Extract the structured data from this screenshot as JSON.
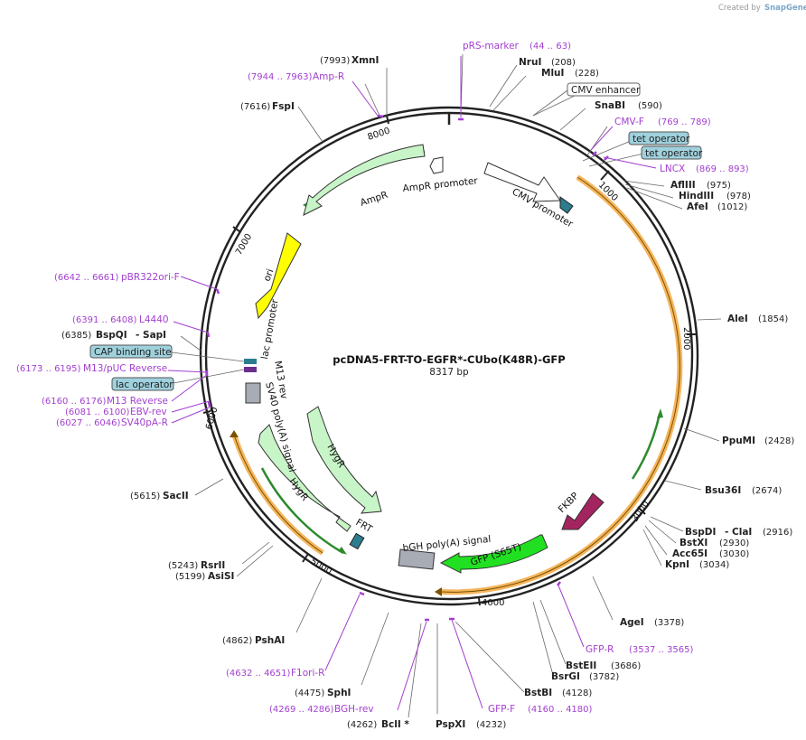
{
  "credit": {
    "created_by": "Created by",
    "brand": "SnapGene"
  },
  "plasmid": {
    "name": "pcDNA5-FRT-TO-EGFR*-CUbo(K48R)-GFP",
    "size_label": "8317 bp"
  },
  "ticks": [
    "1000",
    "2000",
    "3000",
    "4000",
    "5000",
    "6000",
    "7000",
    "8000"
  ],
  "enzymes": [
    {
      "name": "XmnI",
      "pos": "(7993)"
    },
    {
      "name": "NruI",
      "pos": "(208)"
    },
    {
      "name": "MluI",
      "pos": "(228)"
    },
    {
      "name": "SnaBI",
      "pos": "(590)"
    },
    {
      "name": "FspI",
      "pos": "(7616)"
    },
    {
      "name": "AflIII",
      "pos": "(975)"
    },
    {
      "name": "HindIII",
      "pos": "(978)"
    },
    {
      "name": "AfeI",
      "pos": "(1012)"
    },
    {
      "name": "AleI",
      "pos": "(1854)"
    },
    {
      "name": "PpuMI",
      "pos": "(2428)"
    },
    {
      "name": "Bsu36I",
      "pos": "(2674)"
    },
    {
      "name": "BspDI",
      "pos": "(2916)",
      "prefix": "- ClaI"
    },
    {
      "name": "BstXI",
      "pos": "(2930)"
    },
    {
      "name": "Acc65I",
      "pos": "(3030)"
    },
    {
      "name": "KpnI",
      "pos": "(3034)"
    },
    {
      "name": "AgeI",
      "pos": "(3378)"
    },
    {
      "name": "BstEII",
      "pos": "(3686)"
    },
    {
      "name": "BsrGI",
      "pos": "(3782)"
    },
    {
      "name": "BstBI",
      "pos": "(4128)"
    },
    {
      "name": "PspXI",
      "pos": "(4232)"
    },
    {
      "name": "BclI *",
      "pos": "(4262)"
    },
    {
      "name": "SphI",
      "pos": "(4475)"
    },
    {
      "name": "PshAI",
      "pos": "(4862)"
    },
    {
      "name": "RsrII",
      "pos": "(5243)"
    },
    {
      "name": "AsiSI",
      "pos": "(5199)"
    },
    {
      "name": "SacII",
      "pos": "(5615)"
    },
    {
      "name": "BspQI",
      "pos": "(6385)",
      "suffix": "- SapI"
    }
  ],
  "primers": [
    {
      "name": "pRS-marker",
      "pos": "(44 .. 63)"
    },
    {
      "name": "Amp-R",
      "pos": "(7944 .. 7963)"
    },
    {
      "name": "CMV-F",
      "pos": "(769 .. 789)"
    },
    {
      "name": "LNCX",
      "pos": "(869 .. 893)"
    },
    {
      "name": "pBR322ori-F",
      "pos": "(6642 .. 6661)"
    },
    {
      "name": "L4440",
      "pos": "(6391 .. 6408)"
    },
    {
      "name": "M13/pUC Reverse",
      "pos": "(6173 .. 6195)"
    },
    {
      "name": "M13 Reverse",
      "pos": "(6160 .. 6176)"
    },
    {
      "name": "EBV-rev",
      "pos": "(6081 .. 6100)"
    },
    {
      "name": "SV40pA-R",
      "pos": "(6027 .. 6046)"
    },
    {
      "name": "GFP-R",
      "pos": "(3537 .. 3565)"
    },
    {
      "name": "GFP-F",
      "pos": "(4160 .. 4180)"
    },
    {
      "name": "BGH-rev",
      "pos": "(4269 .. 4286)"
    },
    {
      "name": "F1ori-R",
      "pos": "(4632 .. 4651)"
    }
  ],
  "boxed": {
    "cmv_enhancer": "CMV enhancer",
    "tet1": "tet operator",
    "tet2": "tet operator",
    "cap": "CAP binding site",
    "lac": "lac operator"
  },
  "features": {
    "cmv_promoter": "CMV promoter",
    "ampr": "AmpR",
    "ampr_promoter": "AmpR promoter",
    "ori": "ori",
    "lac_promoter": "lac promoter",
    "m13_rev": "M13 rev",
    "sv40": "SV40 poly(A) signal",
    "hygr1": "HygR",
    "hygr2": "HygR",
    "frt": "FRT",
    "bgh": "bGH poly(A) signal",
    "gfp": "GFP (S65T)",
    "fkbp": "FKBP"
  },
  "colors": {
    "backbone": "#222222",
    "primer": "#a23fcf",
    "orf_orange": "#f5b55c",
    "ampr_fill": "#c8f5c8",
    "hygr_fill": "#c8f5c8",
    "gfp_fill": "#21e021",
    "ori_fill": "#ffff00",
    "fkbp_fill": "#a3245f",
    "teal": "#2c7d8e",
    "box_teal": "#9fd1dd",
    "grey": "#a8acb4"
  }
}
